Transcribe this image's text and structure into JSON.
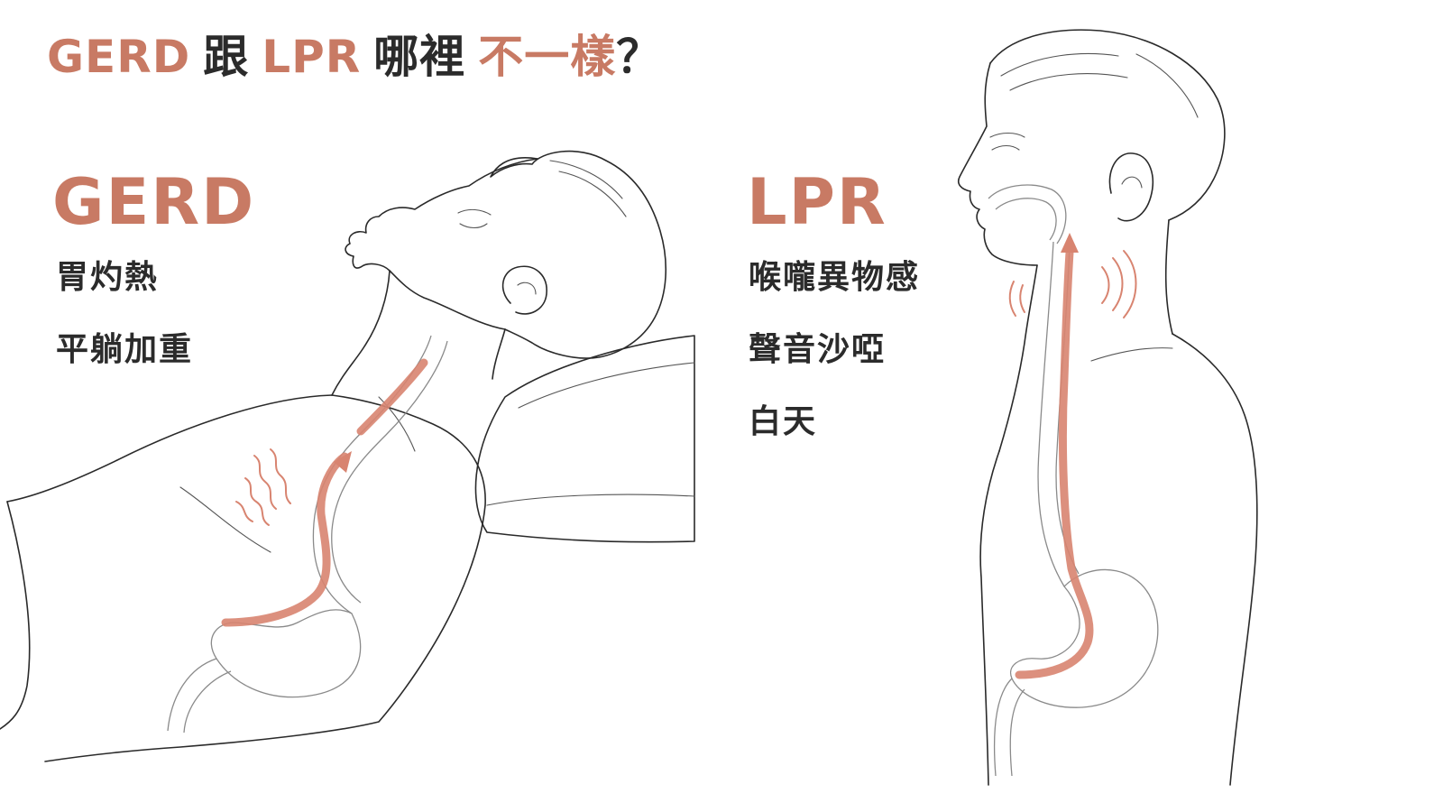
{
  "title": {
    "part1": "GERD",
    "part2": "跟",
    "part3": "LPR",
    "part4": "哪裡",
    "part5": "不一樣",
    "part6": "？"
  },
  "gerd": {
    "label": "GERD",
    "symptoms": [
      "胃灼熱",
      "平躺加重"
    ]
  },
  "lpr": {
    "label": "LPR",
    "symptoms": [
      "喉嚨異物感",
      "聲音沙啞",
      "白天"
    ]
  },
  "colors": {
    "accent": "#c87a64",
    "text": "#2b2b2b",
    "flow": "#d88470",
    "background": "#ffffff"
  }
}
